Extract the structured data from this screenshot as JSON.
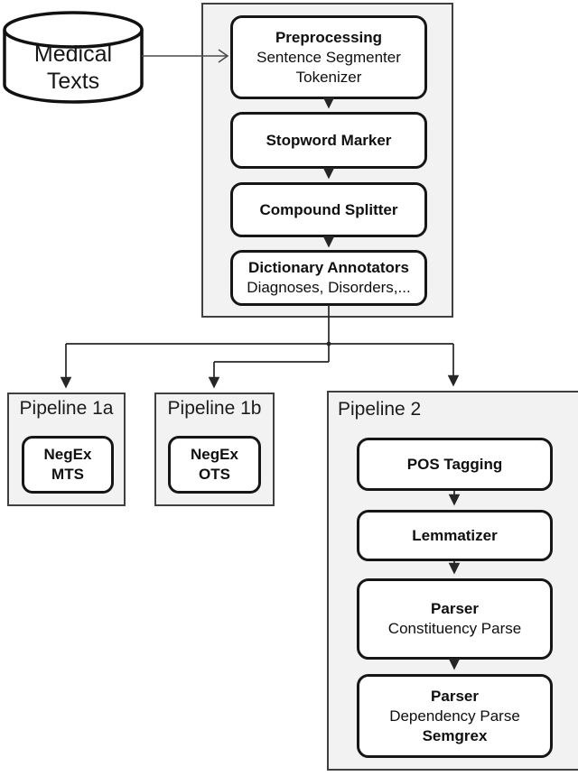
{
  "colors": {
    "panel_fill": "#f2f2f2",
    "panel_border": "#404040",
    "node_border": "#161616",
    "connector": "#2b2b2b"
  },
  "database": {
    "line1": "Medical",
    "line2": "Texts"
  },
  "main_panel": {
    "preprocessing": {
      "title": "Preprocessing",
      "sub1": "Sentence Segmenter",
      "sub2": "Tokenizer"
    },
    "stopword": {
      "title": "Stopword Marker"
    },
    "compound": {
      "title": "Compound Splitter"
    },
    "dictionary": {
      "title": "Dictionary Annotators",
      "sub1": "Diagnoses, Disorders,..."
    }
  },
  "pipeline_1a": {
    "title": "Pipeline 1a",
    "negex": {
      "line1": "NegEx",
      "line2": "MTS"
    }
  },
  "pipeline_1b": {
    "title": "Pipeline 1b",
    "negex": {
      "line1": "NegEx",
      "line2": "OTS"
    }
  },
  "pipeline_2": {
    "title": "Pipeline 2",
    "pos_tagging": {
      "title": "POS Tagging"
    },
    "lemmatizer": {
      "title": "Lemmatizer"
    },
    "parser_constituency": {
      "title": "Parser",
      "sub1": "Constituency Parse"
    },
    "parser_dependency": {
      "title": "Parser",
      "sub1": "Dependency Parse",
      "sub2": "Semgrex"
    }
  }
}
